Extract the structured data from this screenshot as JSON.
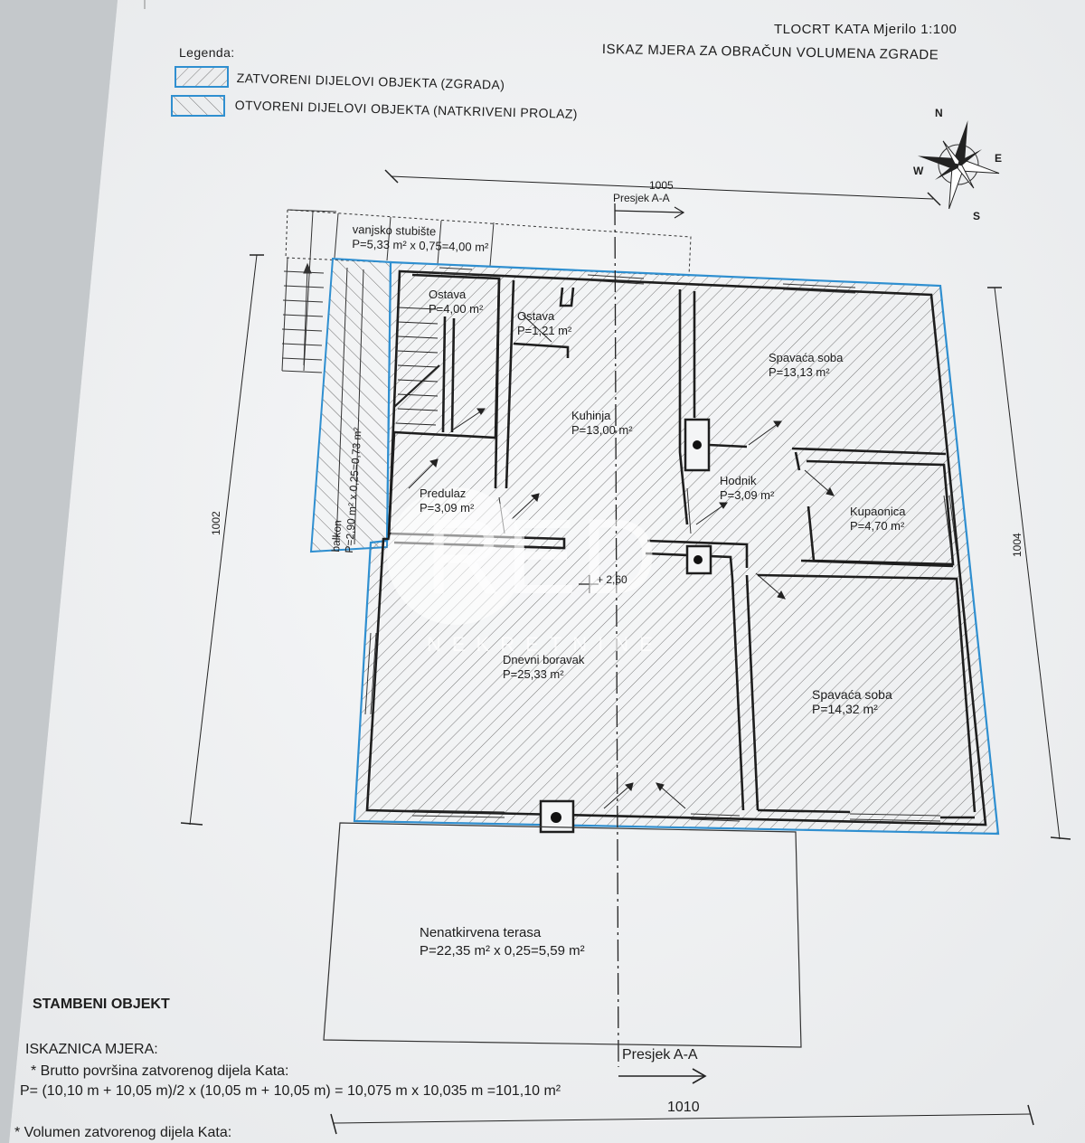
{
  "header": {
    "title": "TLOCRT KATA Mjerilo 1:100",
    "subtitle": "ISKAZ MJERA ZA OBRAČUN VOLUMENA ZGRADE"
  },
  "legend": {
    "title": "Legenda:",
    "items": [
      {
        "label": "ZATVORENI DIJELOVI OBJEKTA (ZGRADA)"
      },
      {
        "label": "OTVORENI DIJELOVI OBJEKTA (NATKRIVENI PROLAZ)"
      }
    ]
  },
  "compass": {
    "n": "N",
    "e": "E",
    "s": "S",
    "w": "W"
  },
  "dimensions": {
    "top": "1005",
    "left": "1002",
    "right": "1004",
    "bottom": "1010"
  },
  "section": {
    "top_label": "Presjek A-A",
    "bottom_label": "Presjek A-A"
  },
  "rooms": {
    "stairs": {
      "name": "vanjsko stubište",
      "area": "P=5,33 m² x 0,75=4,00 m²"
    },
    "ostava1": {
      "name": "Ostava",
      "area": "P=4,00 m²"
    },
    "ostava2": {
      "name": "Ostava",
      "area": "P=1,21 m²"
    },
    "kuhinja": {
      "name": "Kuhinja",
      "area": "P=13,00 m²"
    },
    "spavaca1": {
      "name": "Spavaća soba",
      "area": "P=13,13 m²"
    },
    "hodnik": {
      "name": "Hodnik",
      "area": "P=3,09 m²"
    },
    "kupaonica": {
      "name": "Kupaonica",
      "area": "P=4,70 m²"
    },
    "predulaz": {
      "name": "Predulaz",
      "area": "P=3,09 m²"
    },
    "balkon": {
      "name": "balkon",
      "area": "P=2,90 m² x 0,25=0,73 m²"
    },
    "level": "+ 2,60",
    "dnevni": {
      "name": "Dnevni boravak",
      "area": "P=25,33 m²"
    },
    "spavaca2": {
      "name": "Spavaća soba",
      "area": "P=14,32 m²"
    },
    "terasa": {
      "name": "Nenatkirvena terasa",
      "area": "P=22,35 m² x 0,25=5,59 m²"
    }
  },
  "watermark": {
    "brand": "RED",
    "sub": "NEKRETNINE"
  },
  "summary": {
    "title": "STAMBENI OBJEKT",
    "heading": "ISKAZNICA MJERA:",
    "line1": "* Brutto površina zatvorenog dijela Kata:",
    "formula": "P= (10,10 m + 10,05 m)/2 x  (10,05 m + 10,05 m) = 10,075 m x 10,035 m =101,10 m²",
    "line2": "* Volumen zatvorenog dijela Kata:"
  },
  "colors": {
    "paper": "#f4f5f6",
    "line": "#1e1e1e",
    "hatch": "#5a5a5a",
    "outline_blue": "#2f8fd0"
  }
}
